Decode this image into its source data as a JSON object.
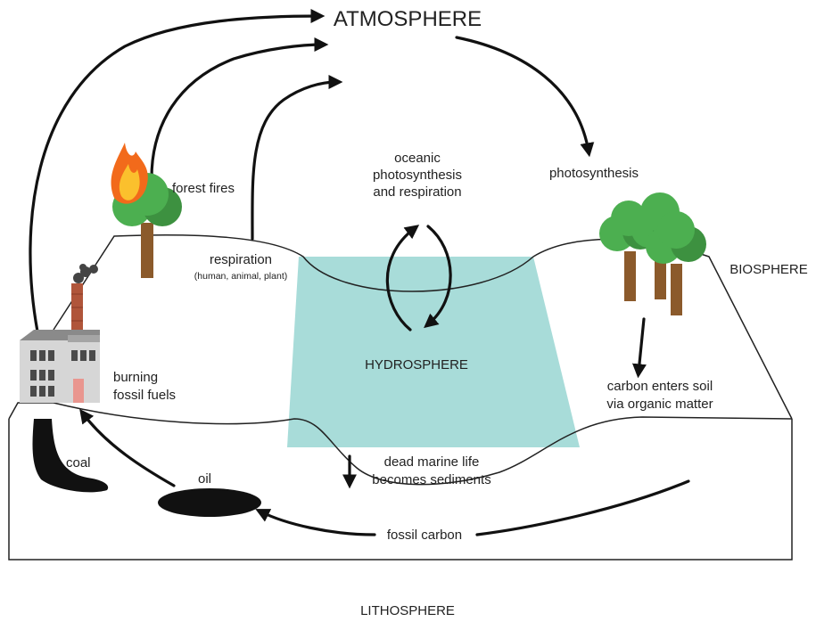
{
  "labels": {
    "atmosphere": "ATMOSPHERE",
    "biosphere": "BIOSPHERE",
    "hydrosphere": "HYDROSPHERE",
    "lithosphere": "LITHOSPHERE",
    "forest_fires": "forest fires",
    "respiration": "respiration",
    "respiration_sub": "(human, animal, plant)",
    "oceanic_1": "oceanic",
    "oceanic_2": "photosynthesis",
    "oceanic_3": "and respiration",
    "photosynthesis": "photosynthesis",
    "burning_1": "burning",
    "burning_2": "fossil fuels",
    "soil_1": "carbon enters soil",
    "soil_2": "via organic matter",
    "marine_1": "dead marine life",
    "marine_2": "becomes sediments",
    "coal": "coal",
    "oil": "oil",
    "fossil_carbon": "fossil carbon"
  },
  "colors": {
    "water": "#a8dcd9",
    "tree_green": "#4caf50",
    "tree_green_dark": "#3d9140",
    "trunk": "#8b5a2b",
    "fire_orange": "#f26a1b",
    "fire_yellow": "#fbc02d",
    "factory_wall": "#d6d6d6",
    "factory_roof": "#8a8a8a",
    "chimney": "#b0553a",
    "door": "#e9968f",
    "coal_oil": "#111111"
  },
  "icons": [
    "factory-icon",
    "tree-icon",
    "fire-icon",
    "smoke-icon"
  ]
}
